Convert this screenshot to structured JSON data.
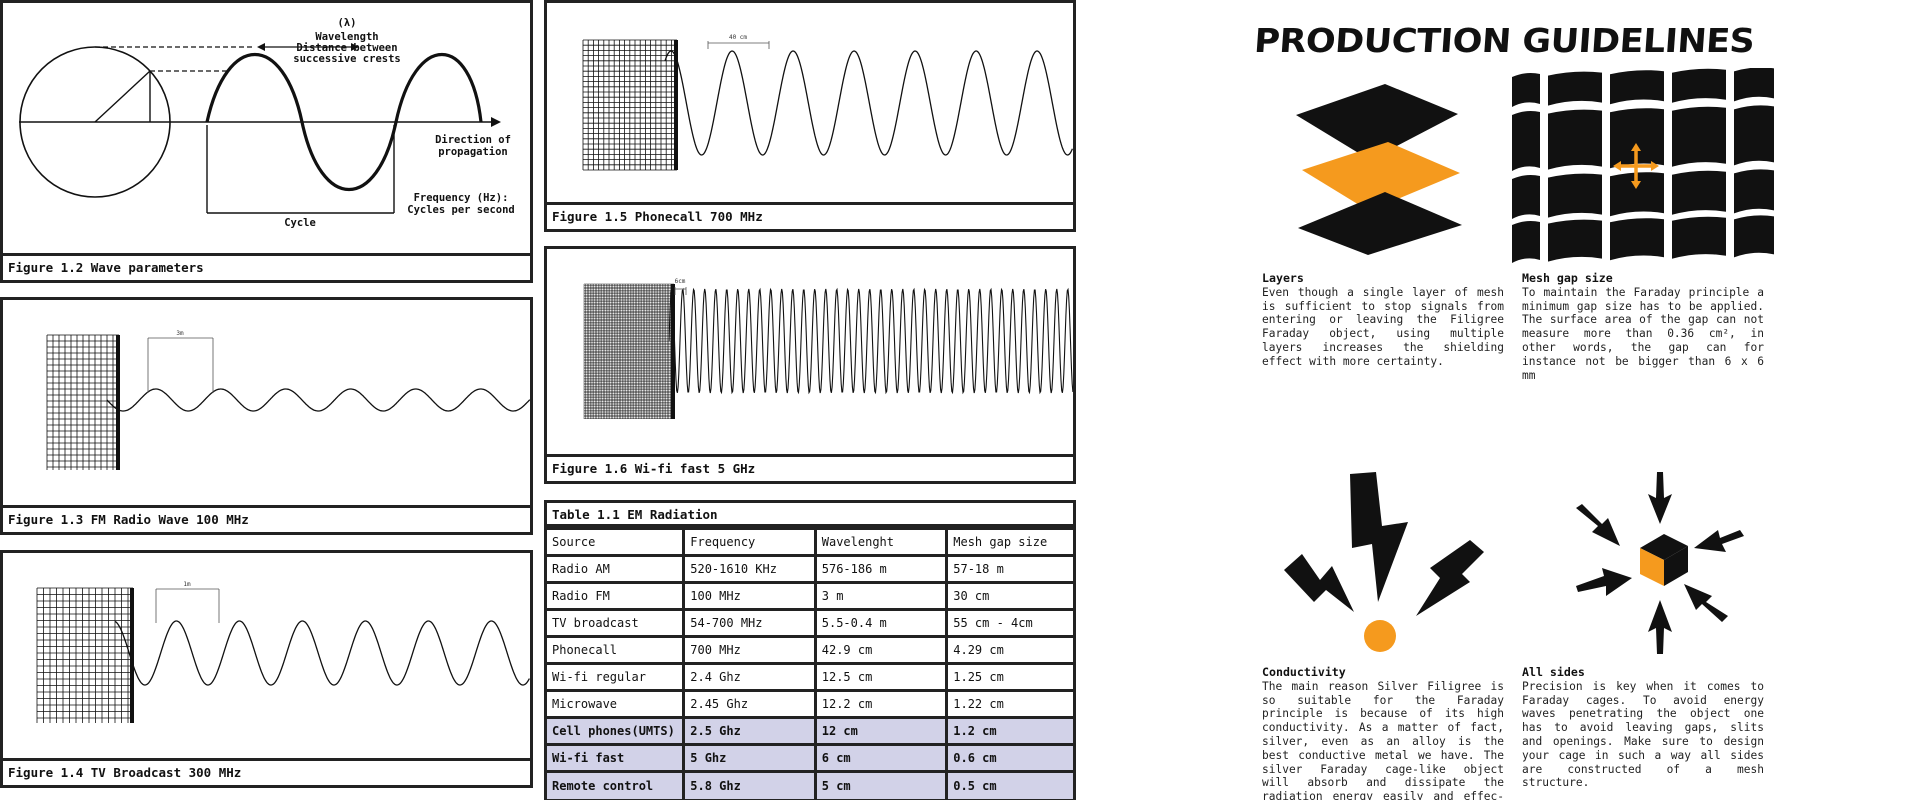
{
  "figures": {
    "wave_parameters": {
      "caption": "Figure 1.2 Wave parameters",
      "lambda": "(λ)",
      "wavelength": "Wavelength",
      "distance_line1": "Distance between",
      "distance_line2": "successive crests",
      "direction_line1": "Direction of",
      "direction_line2": "propagation",
      "frequency_line1": "Frequency (Hz):",
      "frequency_line2": "Cycles per second",
      "cycle": "Cycle"
    },
    "fm_radio": {
      "caption": "Figure 1.3 FM Radio Wave 100 MHz",
      "measure": "3m"
    },
    "tv_broadcast": {
      "caption": "Figure 1.4 TV Broadcast 300 MHz",
      "measure": "1m"
    },
    "phonecall": {
      "caption": "Figure 1.5 Phonecall 700 MHz",
      "measure": "40 cm"
    },
    "wifi_fast": {
      "caption": "Figure 1.6 Wi-fi fast 5 GHz",
      "measure": "6cm"
    }
  },
  "table": {
    "title": "Table 1.1 EM Radiation",
    "headers": [
      "Source",
      "Frequency",
      "Wavelenght",
      "Mesh gap size"
    ],
    "rows": [
      [
        "Radio AM",
        "520-1610 KHz",
        "576-186 m",
        "57-18 m"
      ],
      [
        "Radio FM",
        "100 MHz",
        "3 m",
        "30 cm"
      ],
      [
        "TV broadcast",
        "54-700 MHz",
        "5.5-0.4 m",
        "55 cm - 4cm"
      ],
      [
        "Phonecall",
        "700 MHz",
        "42.9 cm",
        "4.29 cm"
      ],
      [
        "Wi-fi regular",
        "2.4 Ghz",
        "12.5 cm",
        "1.25 cm"
      ],
      [
        "Microwave",
        "2.45 Ghz",
        "12.2 cm",
        "1.22 cm"
      ],
      [
        "Cell phones(UMTS)",
        "2.5 Ghz",
        "12 cm",
        "1.2 cm"
      ],
      [
        "Wi-fi fast",
        "5 Ghz",
        "6 cm",
        "0.6 cm"
      ],
      [
        "Remote control",
        "5.8 Ghz",
        "5 cm",
        "0.5 cm"
      ]
    ],
    "highlight_color": "#d2d2e8"
  },
  "guidelines": {
    "title": "PRODUCTION GUIDELINES",
    "accent_color": "#f59a1e",
    "layers": {
      "icon": "stacked-layers-icon",
      "heading": "Layers",
      "body": "Even though a single layer of mesh is sufficient to stop signals from entering or leaving the Filigree Faraday object, using multiple layers increases the shielding effect with more certainty."
    },
    "mesh_gap": {
      "icon": "mesh-grid-icon",
      "heading": "Mesh gap size",
      "body": "To maintain the Faraday principle a minimum gap size has to be applied. The surface area of the gap can not measure more than 0.36 cm², in other words, the gap can for instance not be bigger than 6 x 6 mm"
    },
    "conductivity": {
      "icon": "lightning-bolts-icon",
      "heading": "Conductivity",
      "body": "The main reason Silver Filigree is so suitable for the Faraday principle is because of its high conductivity. As a matter of fact, silver, even as an alloy is the best conductive metal we have. The silver Faraday cage-like object will absorb and dissipate the radiation energy easily and effec- tively"
    },
    "all_sides": {
      "icon": "cube-arrows-icon",
      "heading": "All sides",
      "body": "Precision is key when it comes to Faraday cages. To avoid energy waves penetrating the object one has to avoid leaving gaps, slits and openings. Make sure to design your cage in such a way all sides are constructed of a mesh structure."
    }
  }
}
